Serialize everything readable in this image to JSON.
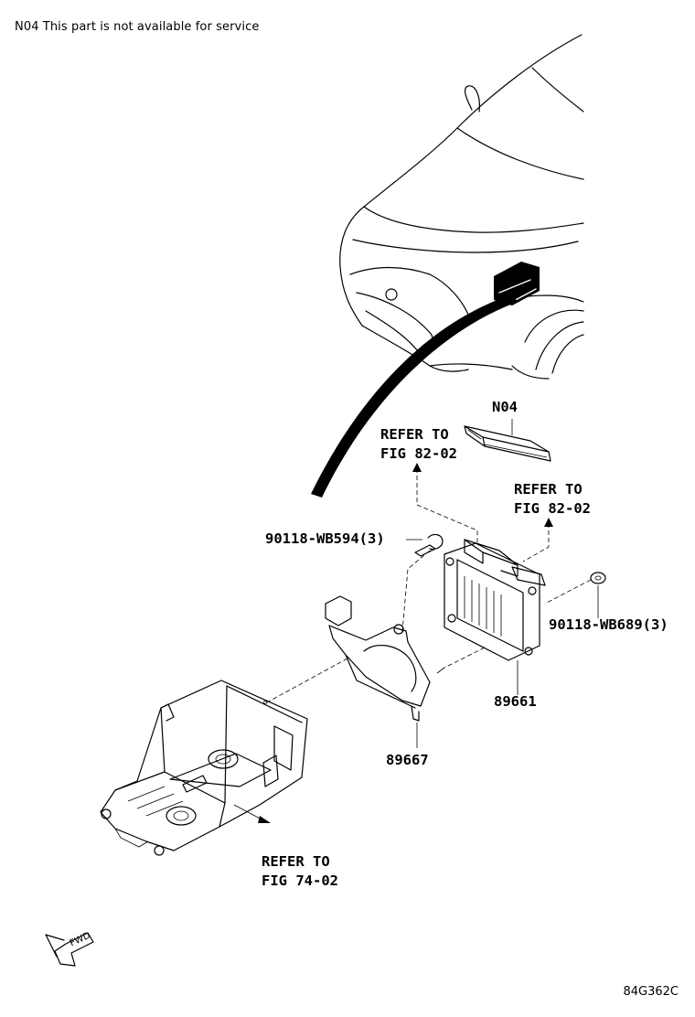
{
  "header": {
    "note": "N04 This part is not available for service"
  },
  "callouts": {
    "n04": "N04",
    "refer_82_02_left": {
      "line1": "REFER TO",
      "line2": "FIG 82-02"
    },
    "refer_82_02_right": {
      "line1": "REFER TO",
      "line2": "FIG 82-02"
    },
    "bolt": "90118-WB594(3)",
    "nut": "90118-WB689(3)",
    "ecu": "89661",
    "bracket": "89667",
    "refer_74_02": {
      "line1": "REFER TO",
      "line2": "FIG 74-02"
    }
  },
  "fwd_marker": "FWD",
  "diagram_code": "84G362C"
}
